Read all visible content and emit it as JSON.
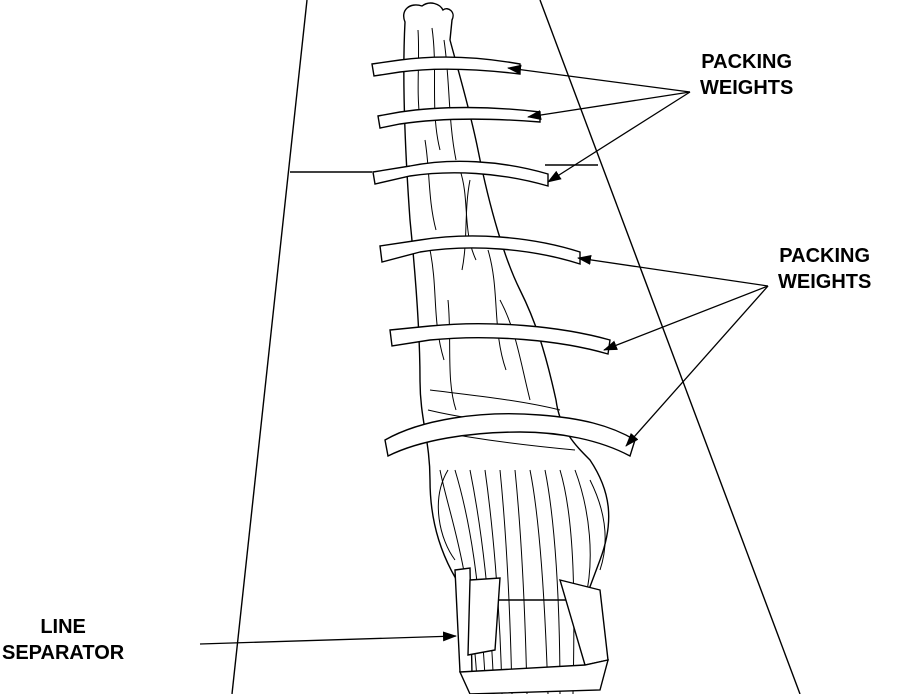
{
  "callouts": {
    "top": {
      "line1": "PACKING",
      "line2": "WEIGHTS"
    },
    "middle": {
      "line1": "PACKING",
      "line2": "WEIGHTS"
    },
    "bottom": {
      "line1": "LINE",
      "line2": "SEPARATOR"
    }
  },
  "colors": {
    "ink": "#000000",
    "paper": "#ffffff"
  }
}
